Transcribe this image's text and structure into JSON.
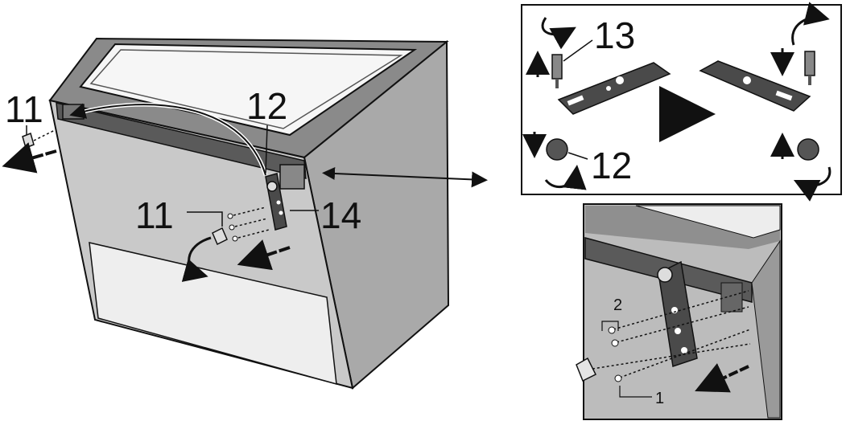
{
  "callouts": {
    "main_left_screw": "11",
    "main_top_pin": "12",
    "main_screw_group": "11",
    "main_hinge": "14",
    "inset_pin": "13",
    "inset_cap": "12",
    "detail_screws_a": "2",
    "detail_screws_b": "1"
  },
  "colors": {
    "line": "#111111",
    "cabinet_front": "#c9c9c9",
    "cabinet_side": "#a9a9a9",
    "cabinet_top": "#8a8a8a",
    "glass": "#f6f6f6",
    "panel": "#eeeeee",
    "part_dark": "#4a4a4a"
  },
  "icons": [
    "rotate-arrow-icon",
    "up-arrow-icon",
    "down-arrow-icon",
    "right-arrow-icon",
    "double-headed-arrow-icon",
    "pull-direction-arrow-icon"
  ]
}
